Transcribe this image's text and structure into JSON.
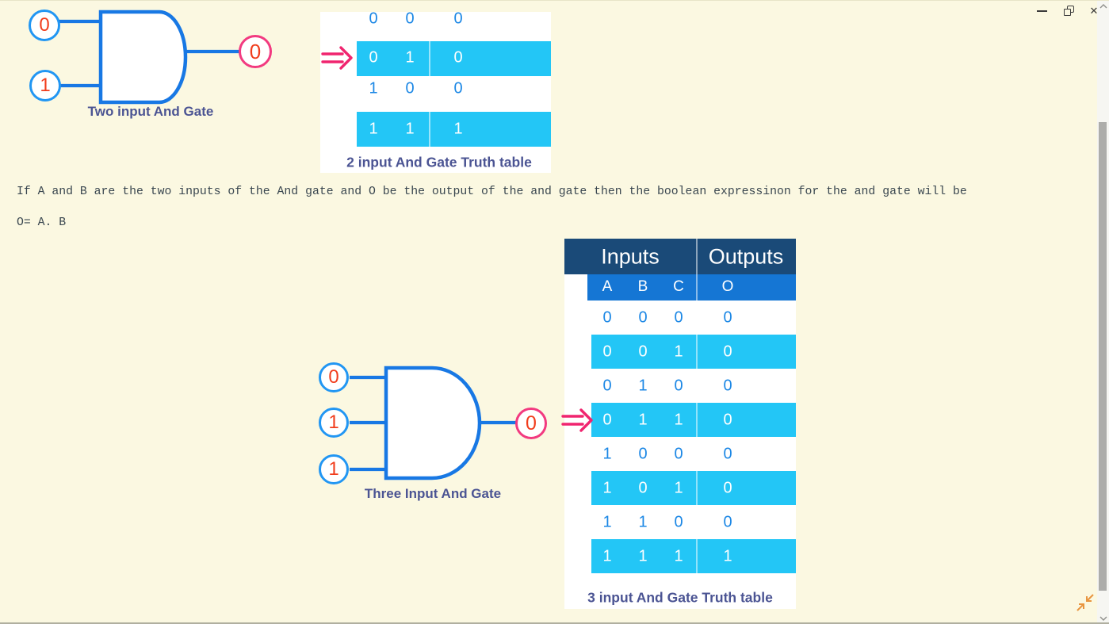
{
  "titlebar": {
    "close_icon": "✕"
  },
  "gate2": {
    "inputs": [
      "0",
      "1"
    ],
    "output": "0",
    "label": "Two input And Gate"
  },
  "table2": {
    "rows": [
      [
        "0",
        "0",
        "0"
      ],
      [
        "0",
        "1",
        "0"
      ],
      [
        "1",
        "0",
        "0"
      ],
      [
        "1",
        "1",
        "1"
      ]
    ],
    "highlighted_rows": [
      1,
      3
    ],
    "pointer_row": 1,
    "caption": "2 input And Gate Truth table"
  },
  "paragraph": {
    "line1": "If A and B are the two inputs of the And gate and O be the output of the and gate then the boolean expressinon for the and gate will be",
    "line2": "O= A. B"
  },
  "gate3": {
    "inputs": [
      "0",
      "1",
      "1"
    ],
    "output": "0",
    "label": "Three Input And Gate"
  },
  "table3": {
    "header_inputs": "Inputs",
    "header_outputs": "Outputs",
    "columns": [
      "A",
      "B",
      "C",
      "O"
    ],
    "rows": [
      [
        "0",
        "0",
        "0",
        "0"
      ],
      [
        "0",
        "0",
        "1",
        "0"
      ],
      [
        "0",
        "1",
        "0",
        "0"
      ],
      [
        "0",
        "1",
        "1",
        "0"
      ],
      [
        "1",
        "0",
        "0",
        "0"
      ],
      [
        "1",
        "0",
        "1",
        "0"
      ],
      [
        "1",
        "1",
        "0",
        "0"
      ],
      [
        "1",
        "1",
        "1",
        "1"
      ]
    ],
    "highlighted_rows": [
      1,
      3,
      5,
      7
    ],
    "pointer_row": 3,
    "caption": "3 input And Gate Truth table"
  },
  "colors": {
    "cream": "#FBF8E1",
    "cyan": "#23C6F6",
    "navy": "#1A4A78",
    "row_blue": "#1576D4",
    "digit_blue": "#1B87E5",
    "digit_red": "#F13D1C",
    "circle_blue": "#2196F3",
    "gate_blue": "#1878E4",
    "pink_circle": "#F23A80",
    "pink_arrow": "#F0246F",
    "caption_indigo": "#4B5493",
    "body_text": "#3A4750",
    "orange": "#E8953F"
  }
}
